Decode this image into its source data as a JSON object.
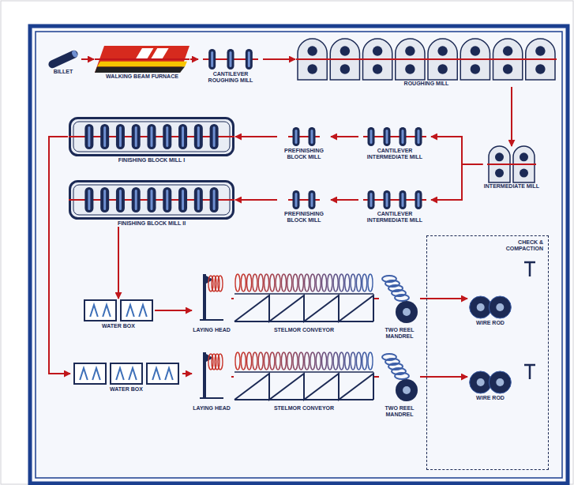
{
  "diagram": {
    "nodes": [
      {
        "text": [
          "BILLET"
        ]
      },
      {
        "text": [
          "WALKING BEAM FURNACE"
        ]
      },
      {
        "text": [
          "CANTILEVER ROUGHING MILL"
        ]
      },
      {
        "text": [
          "ROUGHING MILL"
        ]
      },
      {
        "text": [
          "FINISHING BLOCK MILL I"
        ]
      },
      {
        "text": [
          "PREFINISHING BLOCK MILL"
        ]
      },
      {
        "text": [
          "CANTILEVER INTERMEDIATE MILL"
        ]
      },
      {
        "text": [
          "INTERMEDIATE MILL"
        ]
      },
      {
        "text": [
          "FINISHING BLOCK MILL II"
        ]
      },
      {
        "text": [
          "PREFINISHING BLOCK MILL"
        ]
      },
      {
        "text": [
          "CANTILEVER INTERMEDIATE MILL"
        ]
      },
      {
        "text": [
          "CHECK & COMPACTION"
        ]
      },
      {
        "text": [
          "WATER BOX"
        ]
      },
      {
        "text": [
          "LAYING HEAD"
        ]
      },
      {
        "text": [
          "STELMOR CONVEYOR"
        ]
      },
      {
        "text": [
          "TWO REEL MANDREL"
        ]
      },
      {
        "text": [
          "WIRE ROD"
        ],
        "in": 11
      },
      {
        "text": [
          "WATER BOX"
        ]
      },
      {
        "text": [
          "LAYING HEAD"
        ]
      },
      {
        "text": [
          "STELMOR CONVEYOR"
        ]
      },
      {
        "text": [
          "TWO REEL MANDREL"
        ]
      },
      {
        "text": [
          "WIRE ROD"
        ],
        "in": 11
      }
    ],
    "edges": [
      {
        "from": 0,
        "to": 1,
        "arrow": "to"
      },
      {
        "from": 1,
        "to": 2,
        "arrow": "to"
      },
      {
        "from": 2,
        "to": 3,
        "arrow": "to"
      },
      {
        "from": 3,
        "to": 7,
        "arrow": "to"
      },
      {
        "from": 7,
        "to": 6,
        "arrow": "to"
      },
      {
        "from": 7,
        "to": 10,
        "arrow": "to"
      },
      {
        "from": 6,
        "to": 5,
        "arrow": "to"
      },
      {
        "from": 5,
        "to": 4,
        "arrow": "to"
      },
      {
        "from": 10,
        "to": 9,
        "arrow": "to"
      },
      {
        "from": 9,
        "to": 8,
        "arrow": "to"
      },
      {
        "from": 8,
        "to": 12,
        "arrow": "to"
      },
      {
        "from": 4,
        "to": 17,
        "arrow": "to"
      },
      {
        "from": 12,
        "to": 13,
        "arrow": "to"
      },
      {
        "from": 13,
        "to": 14,
        "arrow": "none"
      },
      {
        "from": 14,
        "to": 15,
        "arrow": "none"
      },
      {
        "from": 15,
        "to": 16,
        "arrow": "to"
      },
      {
        "from": 17,
        "to": 18,
        "arrow": "to"
      },
      {
        "from": 18,
        "to": 19,
        "arrow": "none"
      },
      {
        "from": 19,
        "to": 20,
        "arrow": "none"
      },
      {
        "from": 20,
        "to": 21,
        "arrow": "to"
      }
    ]
  }
}
